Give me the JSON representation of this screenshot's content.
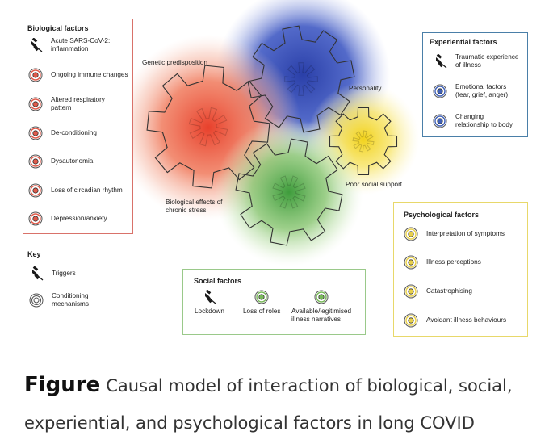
{
  "colors": {
    "bio": "#e05a4a",
    "exp": "#3f5fb5",
    "psy": "#e8d04a",
    "soc": "#79b95a",
    "bio_border": "#d9726a",
    "exp_border": "#4a7fa8",
    "psy_border": "#e8d86a",
    "soc_border": "#9ac98a"
  },
  "diagram": {
    "biological": {
      "title": "Biological factors",
      "items": [
        {
          "label": "Acute SARS-CoV-2:\ninflammation",
          "icon": "trigger-icon"
        },
        {
          "label": "Ongoing immune changes",
          "icon": "conditioning-icon"
        },
        {
          "label": "Altered respiratory\npattern",
          "icon": "conditioning-icon"
        },
        {
          "label": "De-conditioning",
          "icon": "conditioning-icon"
        },
        {
          "label": "Dysautonomia",
          "icon": "conditioning-icon"
        },
        {
          "label": "Loss of circadian rhythm",
          "icon": "conditioning-icon"
        },
        {
          "label": "Depression/anxiety",
          "icon": "conditioning-icon"
        }
      ]
    },
    "experiential": {
      "title": "Experiential factors",
      "items": [
        {
          "label": "Traumatic experience\nof illness",
          "icon": "trigger-icon"
        },
        {
          "label": "Emotional factors\n(fear, grief, anger)",
          "icon": "conditioning-icon"
        },
        {
          "label": "Changing\nrelationship to body",
          "icon": "conditioning-icon"
        }
      ]
    },
    "psychological": {
      "title": "Psychological factors",
      "items": [
        {
          "label": "Interpretation of symptoms",
          "icon": "conditioning-icon"
        },
        {
          "label": "Illness perceptions",
          "icon": "conditioning-icon"
        },
        {
          "label": "Catastrophising",
          "icon": "conditioning-icon"
        },
        {
          "label": "Avoidant illness behaviours",
          "icon": "conditioning-icon"
        }
      ]
    },
    "social": {
      "title": "Social factors",
      "items": [
        {
          "label": "Lockdown",
          "icon": "trigger-icon"
        },
        {
          "label": "Loss of roles",
          "icon": "conditioning-icon"
        },
        {
          "label": "Available/legitimised\nillness narratives",
          "icon": "conditioning-icon"
        }
      ]
    },
    "key": {
      "title": "Key",
      "items": [
        {
          "label": "Triggers",
          "icon": "trigger-icon"
        },
        {
          "label": "Conditioning\nmechanisms",
          "icon": "conditioning-icon"
        }
      ]
    },
    "gear_labels": {
      "genetic": "Genetic predisposition",
      "personality": "Personality",
      "poor_social": "Poor social support",
      "bio_effects": "Biological effects of\nchronic stress"
    }
  },
  "caption": {
    "figure_word": "Figure",
    "text_line1": "Causal model of interaction of biological, social,",
    "text_line2": "experiential, and psychological factors in long COVID"
  }
}
